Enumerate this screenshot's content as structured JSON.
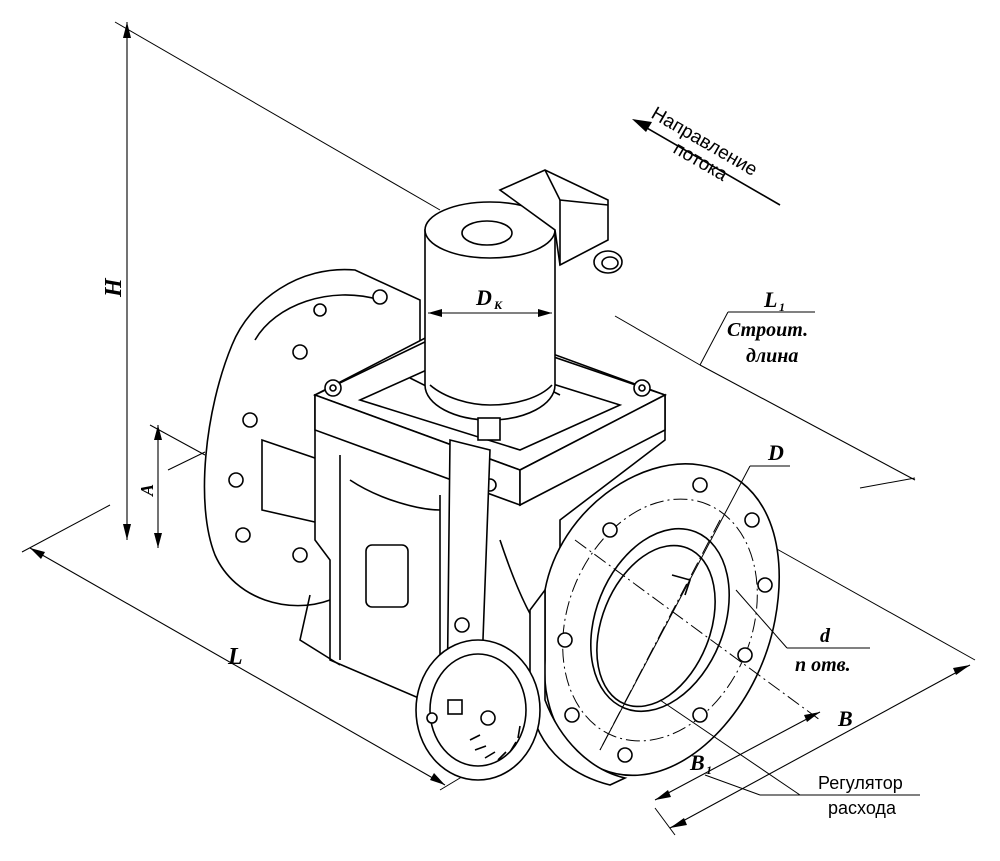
{
  "labels": {
    "flow_direction_line1": "Направление",
    "flow_direction_line2": "потока",
    "H": "H",
    "A": "A",
    "L": "L",
    "Dk_main": "D",
    "Dk_sub": "К",
    "L1_main": "L",
    "L1_sub": "1",
    "build_length_line1": "Строит.",
    "build_length_line2": "длина",
    "D": "D",
    "d": "d",
    "n_holes": "n отв.",
    "B": "B",
    "B1_main": "B",
    "B1_sub": "1",
    "regulator_line1": "Регулятор",
    "regulator_line2": "расхода"
  }
}
